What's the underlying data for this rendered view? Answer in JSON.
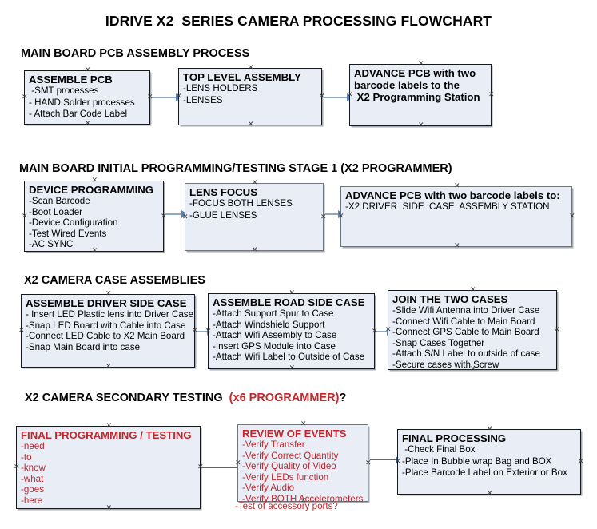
{
  "title": "IDRIVE X2  SERIES CAMERA PROCESSING FLOWCHART",
  "sections": [
    {
      "heading": "MAIN BOARD PCB ASSEMBLY PROCESS",
      "heading_red": "",
      "heading_suffix": ""
    },
    {
      "heading": "MAIN BOARD INITIAL PROGRAMMING/TESTING STAGE 1 (X2 PROGRAMMER)",
      "heading_red": "",
      "heading_suffix": ""
    },
    {
      "heading": "X2 CAMERA CASE ASSEMBLIES",
      "heading_red": "",
      "heading_suffix": ""
    },
    {
      "heading": "X2 CAMERA SECONDARY TESTING  ",
      "heading_red": "(x6 PROGRAMMER)",
      "heading_suffix": "?"
    }
  ],
  "boxes": {
    "assemble_pcb": {
      "title": "ASSEMBLE PCB",
      "lines": [
        " -SMT processes",
        "- HAND Solder processes",
        "- Attach Bar Code Label"
      ]
    },
    "top_level_assembly": {
      "title": "TOP LEVEL ASSEMBLY",
      "lines": [
        "-LENS HOLDERS",
        "-LENSES"
      ]
    },
    "advance_pcb_station": {
      "title": "ADVANCE PCB with two",
      "lines": [
        "barcode labels to the",
        " X2 Programming Station"
      ]
    },
    "device_programming": {
      "title": "DEVICE PROGRAMMING",
      "lines": [
        "-Scan Barcode",
        "-Boot Loader",
        "-Device Configuration",
        "-Test Wired Events",
        "-AC SYNC"
      ]
    },
    "lens_focus": {
      "title": "LENS FOCUS",
      "lines": [
        "-FOCUS BOTH LENSES",
        "-GLUE LENSES"
      ]
    },
    "advance_pcb_driver": {
      "title": "ADVANCE PCB with two barcode labels to:",
      "lines": [
        "-X2 DRIVER  SIDE  CASE  ASSEMBLY STATION"
      ]
    },
    "assemble_driver_side": {
      "title": "ASSEMBLE DRIVER SIDE CASE",
      "lines": [
        "- Insert LED Plastic lens into Driver Case",
        "-Snap LED Board with Cable into Case",
        "-Connect LED Cable to X2 Main Board",
        "-Snap Main Board into case"
      ]
    },
    "assemble_road_side": {
      "title": "ASSEMBLE ROAD SIDE CASE",
      "lines": [
        "-Attach Support Spur to Case",
        "-Attach Windshield Support",
        "-Attach Wifi Assembly to Case",
        "-Insert GPS Module into Case",
        "-Attach Wifi Label to Outside of Case"
      ]
    },
    "join_two_cases": {
      "title": "JOIN THE TWO CASES",
      "lines": [
        "-Slide Wifi Antenna into Driver Case",
        "-Connect Wifi Cable to Main Board",
        "-Connect GPS Cable to Main Board",
        "-Snap Cases Together",
        "-Attach S/N Label to outside of case",
        "-Secure cases with Screw"
      ]
    },
    "final_programming": {
      "title": "FINAL PROGRAMMING / TESTING",
      "lines": [
        "-need",
        "-to",
        "-know",
        "-what",
        "-goes",
        "-here"
      ]
    },
    "review_of_events": {
      "title": "REVIEW OF EVENTS",
      "lines": [
        "-Verify Transfer",
        "-Verify Correct Quantity",
        "-Verify Quality of Video",
        "-Verify LEDs function",
        "-Verify Audio",
        "-Verify BOTH Accelerometers"
      ],
      "overflow_line": "-Test of accessory ports?"
    },
    "final_processing": {
      "title": "FINAL PROCESSING",
      "lines": [
        " -Check Final Box",
        "-Place In Bubble wrap Bag and BOX",
        "-Place Barcode Label on Exterior or Box"
      ]
    }
  },
  "colors": {
    "box_fill": "#e8edf6",
    "box_border": "#17181a",
    "red_text": "#c0282d",
    "arrow": "#5b84ae",
    "background": "#ffffff"
  }
}
